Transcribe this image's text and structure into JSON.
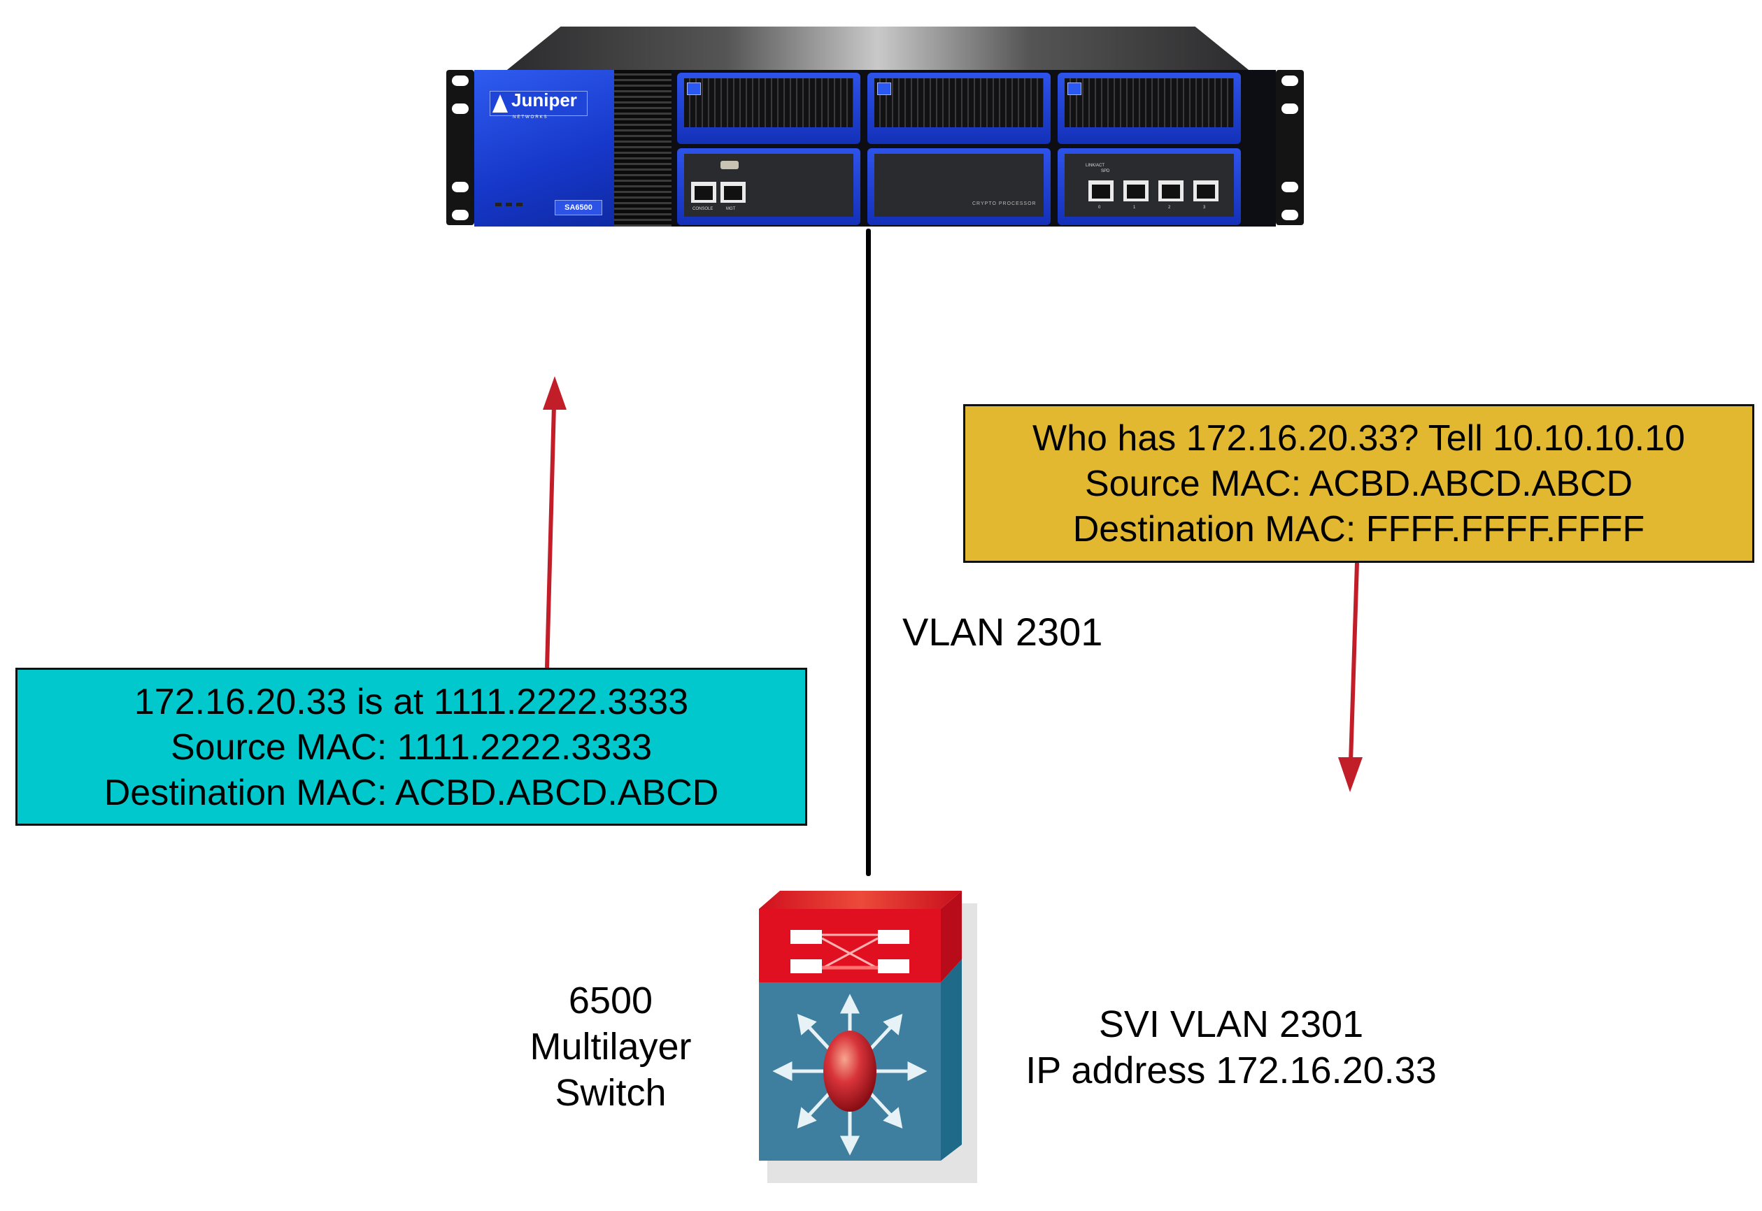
{
  "appliance": {
    "brand": "Juniper",
    "brand_sub": "NETWORKS",
    "model": "SA6500",
    "mgmt_ports": [
      "CONSOLE",
      "MGT"
    ],
    "module_label": "CRYPTO PROCESSOR",
    "port_led_labels": [
      "LINK/ACT",
      "SPD"
    ],
    "data_ports": [
      "0",
      "1",
      "2",
      "3"
    ]
  },
  "link": {
    "label": "VLAN 2301"
  },
  "arp_request": {
    "lines": [
      "Who has 172.16.20.33? Tell 10.10.10.10",
      "Source MAC: ACBD.ABCD.ABCD",
      "Destination MAC: FFFF.FFFF.FFFF"
    ],
    "color": "#E2B830",
    "direction": "down"
  },
  "arp_reply": {
    "lines": [
      "172.16.20.33 is at 1111.2222.3333",
      "Source MAC: 1111.2222.3333",
      "Destination MAC: ACBD.ABCD.ABCD"
    ],
    "color": "#00C8CC",
    "direction": "up"
  },
  "switch": {
    "name_lines": [
      "6500",
      "Multilayer",
      "Switch"
    ],
    "svi_lines": [
      "SVI VLAN 2301",
      "IP address 172.16.20.33"
    ]
  },
  "colors": {
    "arrow": "#C21E2A",
    "switch_top": "#E01020",
    "switch_body": "#3E7E9E",
    "appliance_blue": "#1E40D8"
  }
}
